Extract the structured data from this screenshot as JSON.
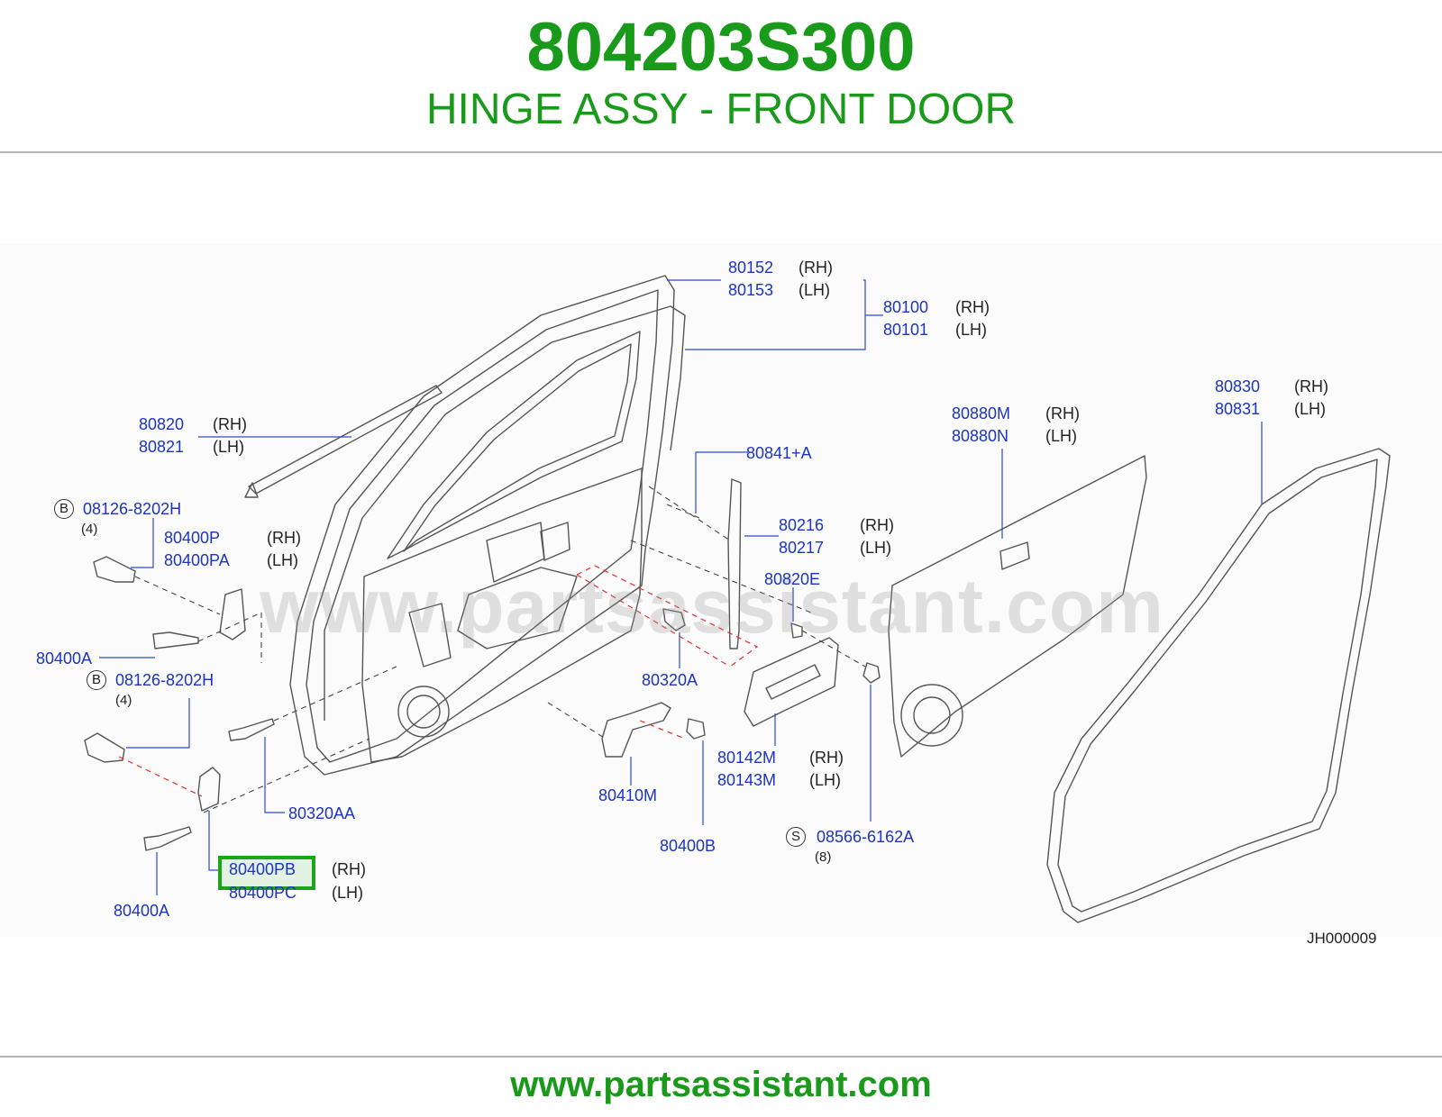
{
  "header": {
    "part_number": "804203S300",
    "description": "HINGE ASSY - FRONT DOOR"
  },
  "watermark": "www.partsassistant.com",
  "diagram_code": "JH000009",
  "footer": {
    "url": "www.partsassistant.com"
  },
  "selected_part": "80400PB",
  "callouts": {
    "c80152": {
      "part": "80152",
      "side": "(RH)"
    },
    "c80153": {
      "part": "80153",
      "side": "(LH)"
    },
    "c80100": {
      "part": "80100",
      "side": "(RH)"
    },
    "c80101": {
      "part": "80101",
      "side": "(LH)"
    },
    "c80830": {
      "part": "80830",
      "side": "(RH)"
    },
    "c80831": {
      "part": "80831",
      "side": "(LH)"
    },
    "c80880M": {
      "part": "80880M",
      "side": "(RH)"
    },
    "c80880N": {
      "part": "80880N",
      "side": "(LH)"
    },
    "c80820": {
      "part": "80820",
      "side": "(RH)"
    },
    "c80821": {
      "part": "80821",
      "side": "(LH)"
    },
    "c80841A": {
      "part": "80841+A"
    },
    "c08126a": {
      "marker": "B",
      "part": "08126-8202H",
      "qty": "(4)"
    },
    "c80400P": {
      "part": "80400P",
      "side": "(RH)"
    },
    "c80400PA": {
      "part": "80400PA",
      "side": "(LH)"
    },
    "c80216": {
      "part": "80216",
      "side": "(RH)"
    },
    "c80217": {
      "part": "80217",
      "side": "(LH)"
    },
    "c80820E": {
      "part": "80820E"
    },
    "c80400A_upper": {
      "part": "80400A"
    },
    "c08126b": {
      "marker": "B",
      "part": "08126-8202H",
      "qty": "(4)"
    },
    "c80320A": {
      "part": "80320A"
    },
    "c80142M": {
      "part": "80142M",
      "side": "(RH)"
    },
    "c80143M": {
      "part": "80143M",
      "side": "(LH)"
    },
    "c80410M": {
      "part": "80410M"
    },
    "c80320AA": {
      "part": "80320AA"
    },
    "c08566": {
      "marker": "S",
      "part": "08566-6162A",
      "qty": "(8)"
    },
    "c80400B": {
      "part": "80400B"
    },
    "c80400PB": {
      "part": "80400PB",
      "side": "(RH)"
    },
    "c80400PC": {
      "part": "80400PC",
      "side": "(LH)"
    },
    "c80400A_lower": {
      "part": "80400A"
    }
  }
}
